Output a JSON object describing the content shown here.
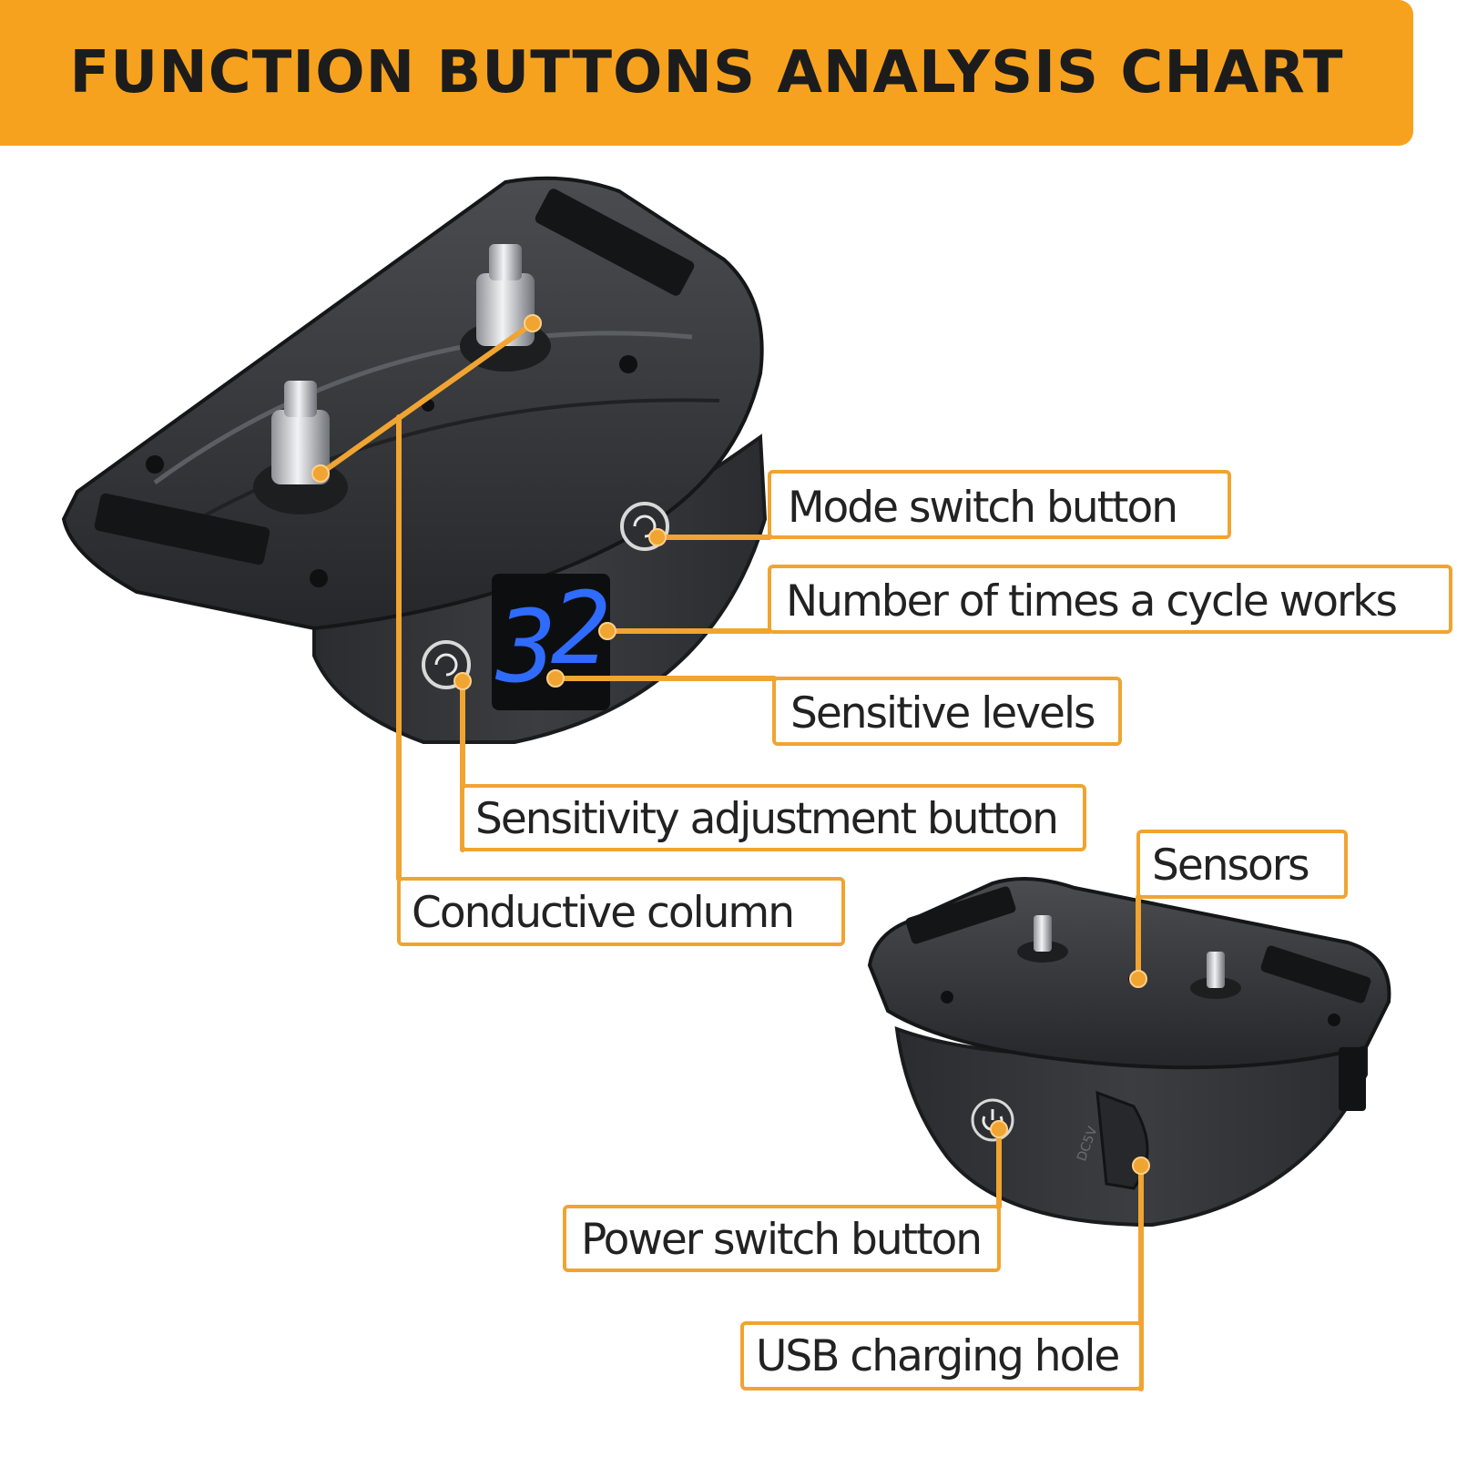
{
  "title": "FUNCTION BUTTONS ANALYSIS CHART",
  "display": {
    "left_digit": "3",
    "right_digit": "2"
  },
  "device_label": "DC5V",
  "colors": {
    "banner": "#f7a21e",
    "callout_line": "#f0a431",
    "device_body": "#333538",
    "led": "#2f6bff"
  },
  "labels": {
    "mode_switch": "Mode switch button",
    "cycle_count": "Number of times a cycle works",
    "sensitive_levels": "Sensitive levels",
    "sensitivity_adjust": "Sensitivity adjustment button",
    "conductive_column": "Conductive column",
    "sensors": "Sensors",
    "power_switch": "Power switch button",
    "usb_hole": "USB charging hole"
  }
}
